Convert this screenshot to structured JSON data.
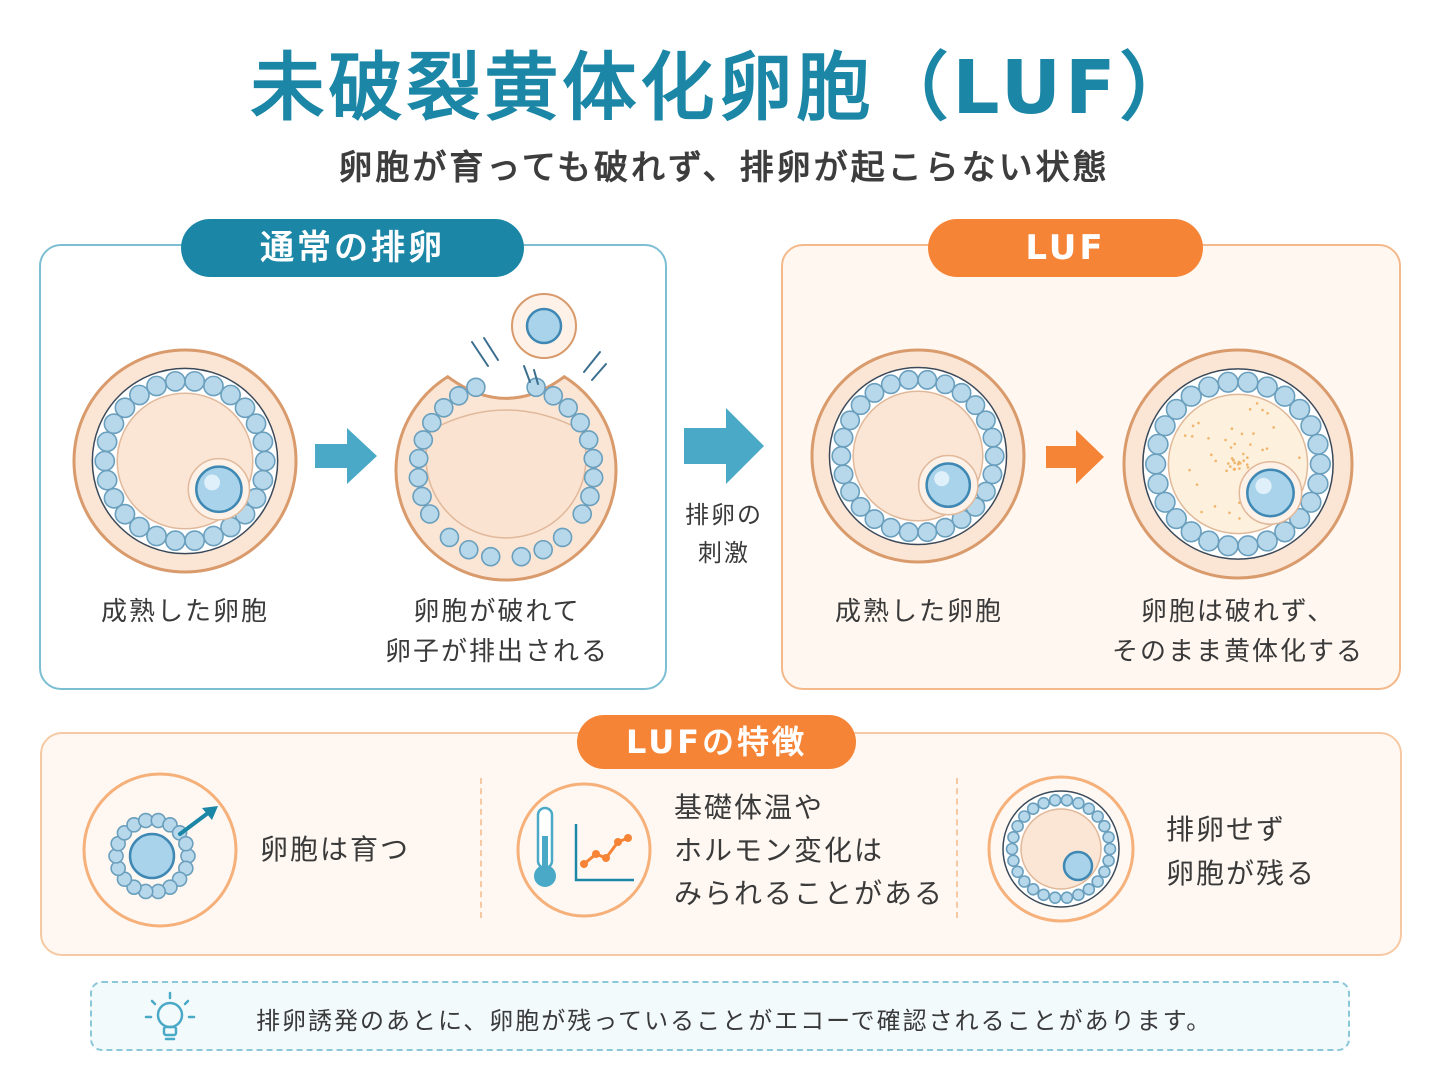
{
  "header": {
    "title": "未破裂黄体化卵胞（LUF）",
    "subtitle": "卵胞が育っても破れず、排卵が起こらない状態"
  },
  "normal_panel": {
    "badge": "通常の排卵",
    "step1_label": "成熟した卵胞",
    "step2_label_line1": "卵胞が破れて",
    "step2_label_line2": "卵子が排出される"
  },
  "middle": {
    "label_line1": "排卵の",
    "label_line2": "刺激"
  },
  "luf_panel": {
    "badge": "LUF",
    "step1_label": "成熟した卵胞",
    "step2_label_line1": "卵胞は破れず、",
    "step2_label_line2": "そのまま黄体化する"
  },
  "features": {
    "badge": "LUFの特徴",
    "items": [
      {
        "icon": "follicle-growth-icon",
        "lines": [
          "卵胞は育つ"
        ]
      },
      {
        "icon": "thermometer-chart-icon",
        "lines": [
          "基礎体温や",
          "ホルモン変化は",
          "みられることがある"
        ]
      },
      {
        "icon": "remaining-follicle-icon",
        "lines": [
          "排卵せず",
          "卵胞が残る"
        ]
      }
    ]
  },
  "tip": {
    "icon": "lightbulb-icon",
    "text": "排卵誘発のあとに、卵胞が残っていることがエコーで確認されることがあります。"
  },
  "colors": {
    "primary_blue": "#1b86a6",
    "accent_orange": "#f58436",
    "arrow_blue": "#4aa9c6",
    "follicle_wall": "#d99a6c",
    "follicle_fill": "#fbe6d6",
    "cell_blue": "#b7d8ea"
  }
}
